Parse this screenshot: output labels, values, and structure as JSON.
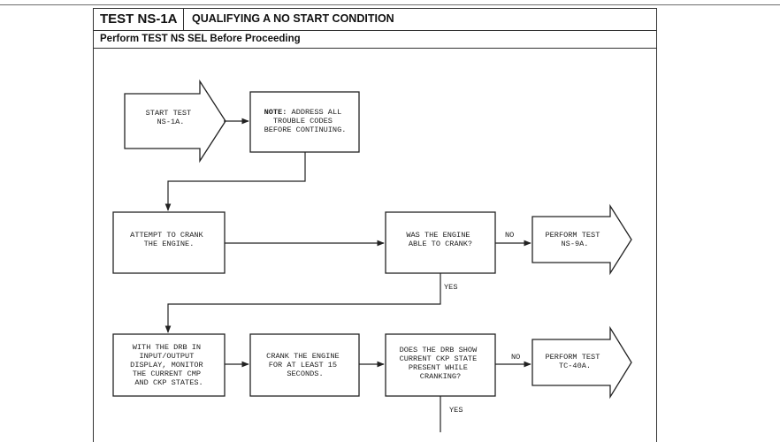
{
  "header": {
    "test_id": "TEST NS-1A",
    "title": "QUALIFYING A NO START CONDITION",
    "subtitle": "Perform TEST NS SEL Before Proceeding"
  },
  "nodes": {
    "start": [
      "START TEST",
      "NS-1A."
    ],
    "note": {
      "prefix": "NOTE:",
      "lines": [
        "ADDRESS ALL",
        "TROUBLE CODES",
        "BEFORE CONTINUING."
      ]
    },
    "crank_attempt": [
      "ATTEMPT TO CRANK",
      "THE ENGINE."
    ],
    "crank_question": [
      "WAS THE ENGINE",
      "ABLE TO CRANK?"
    ],
    "ns9a": [
      "PERFORM TEST",
      "NS-9A."
    ],
    "drb_monitor": [
      "WITH THE DRB IN",
      "INPUT/OUTPUT",
      "DISPLAY, MONITOR",
      "THE CURRENT CMP",
      "AND CKP STATES."
    ],
    "crank_15": [
      "CRANK THE ENGINE",
      "FOR AT LEAST 15",
      "SECONDS."
    ],
    "ckp_question": [
      "DOES THE DRB SHOW",
      "CURRENT CKP STATE",
      "PRESENT WHILE",
      "CRANKING?"
    ],
    "tc40a": [
      "PERFORM TEST",
      "TC-40A."
    ]
  },
  "edge_labels": {
    "no1": "NO",
    "yes1": "YES",
    "no2": "NO",
    "yes2": "YES"
  }
}
